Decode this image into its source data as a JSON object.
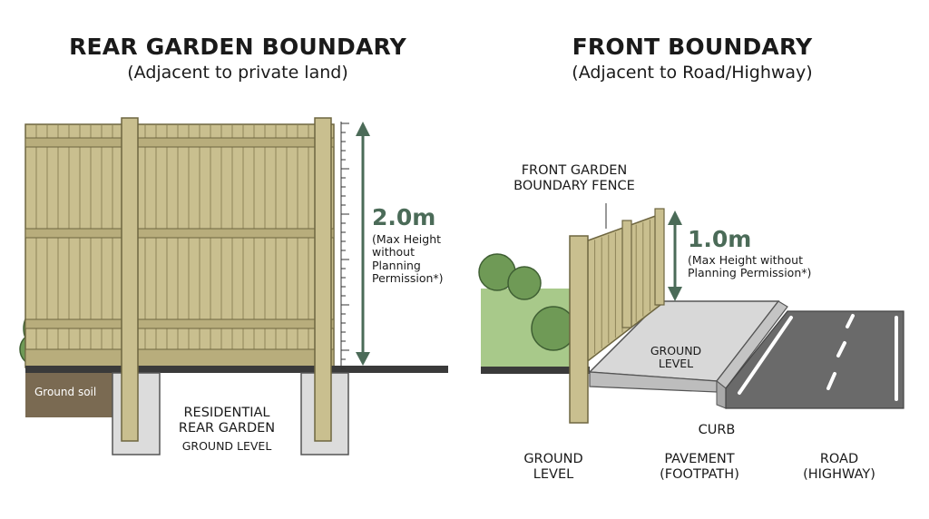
{
  "rear": {
    "title": "REAR GARDEN BOUNDARY",
    "subtitle": "(Adjacent to private land)",
    "height_value": "2.0m",
    "height_note_lines": [
      "(Max Height",
      "without",
      "Planning",
      "Permission*)"
    ],
    "ground_soil": "Ground soil",
    "area_lines": [
      "RESIDENTIAL",
      "REAR GARDEN"
    ],
    "ground_level": "GROUND LEVEL"
  },
  "front": {
    "title": "FRONT BOUNDARY",
    "subtitle": "(Adjacent to Road/Highway)",
    "fence_label_lines": [
      "FRONT GARDEN",
      "BOUNDARY FENCE"
    ],
    "height_value": "1.0m",
    "height_note_lines": [
      "(Max Height without",
      "Planning Permission*)"
    ],
    "ground_level_lines": [
      "GROUND",
      "LEVEL"
    ],
    "curb": "CURB",
    "bottom_labels": [
      {
        "lines": [
          "GROUND",
          "LEVEL"
        ]
      },
      {
        "lines": [
          "PAVEMENT",
          "(FOOTPATH)"
        ]
      },
      {
        "lines": [
          "ROAD",
          "(HIGHWAY)"
        ]
      }
    ]
  },
  "colors": {
    "fence": "#c9bf8f",
    "fence_dark": "#8f8558",
    "hedge": "#6f9a56",
    "arrow": "#4b6b58",
    "road": "#6a6a6a",
    "pavement": "#d8d8d8",
    "soil": "#7a6a52"
  }
}
